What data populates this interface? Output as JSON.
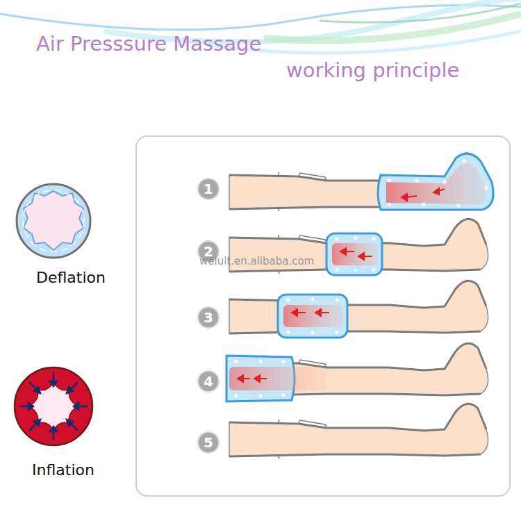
{
  "diagram": {
    "title": "Air Presssure Massage",
    "labels": [
      "working principle",
      "Deflation",
      "Inflation",
      "1",
      "2",
      "3",
      "4",
      "5",
      "weluit.en.alibaba.com"
    ]
  }
}
